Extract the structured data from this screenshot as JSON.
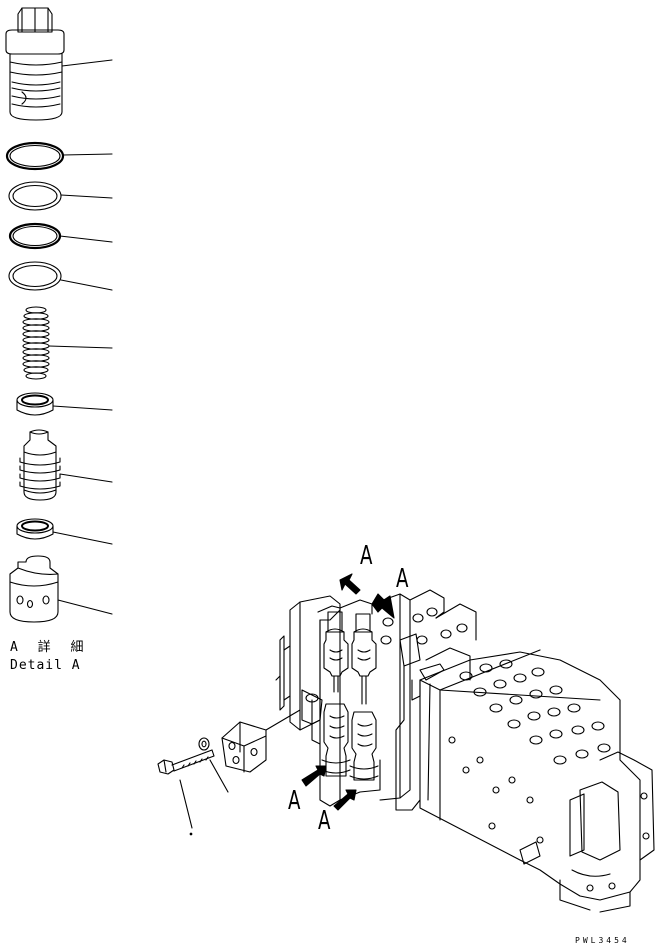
{
  "detail": {
    "label_jp": "A 詳 細",
    "label_en": "Detail A"
  },
  "callouts": {
    "a1": "A",
    "a2": "A",
    "a3": "A",
    "a4": "A"
  },
  "drawing_code": "PWL3454",
  "colors": {
    "line": "#000000",
    "background": "#ffffff"
  },
  "parts": [
    "valve-body-icon",
    "o-ring-icon",
    "backup-ring-icon",
    "o-ring-icon",
    "backup-ring-icon",
    "spring-icon",
    "seat-ring-icon",
    "poppet-icon",
    "seat-ring-icon",
    "sleeve-icon",
    "bolt-icon",
    "washer-icon",
    "flange-icon",
    "control-valve-assembly-icon"
  ]
}
